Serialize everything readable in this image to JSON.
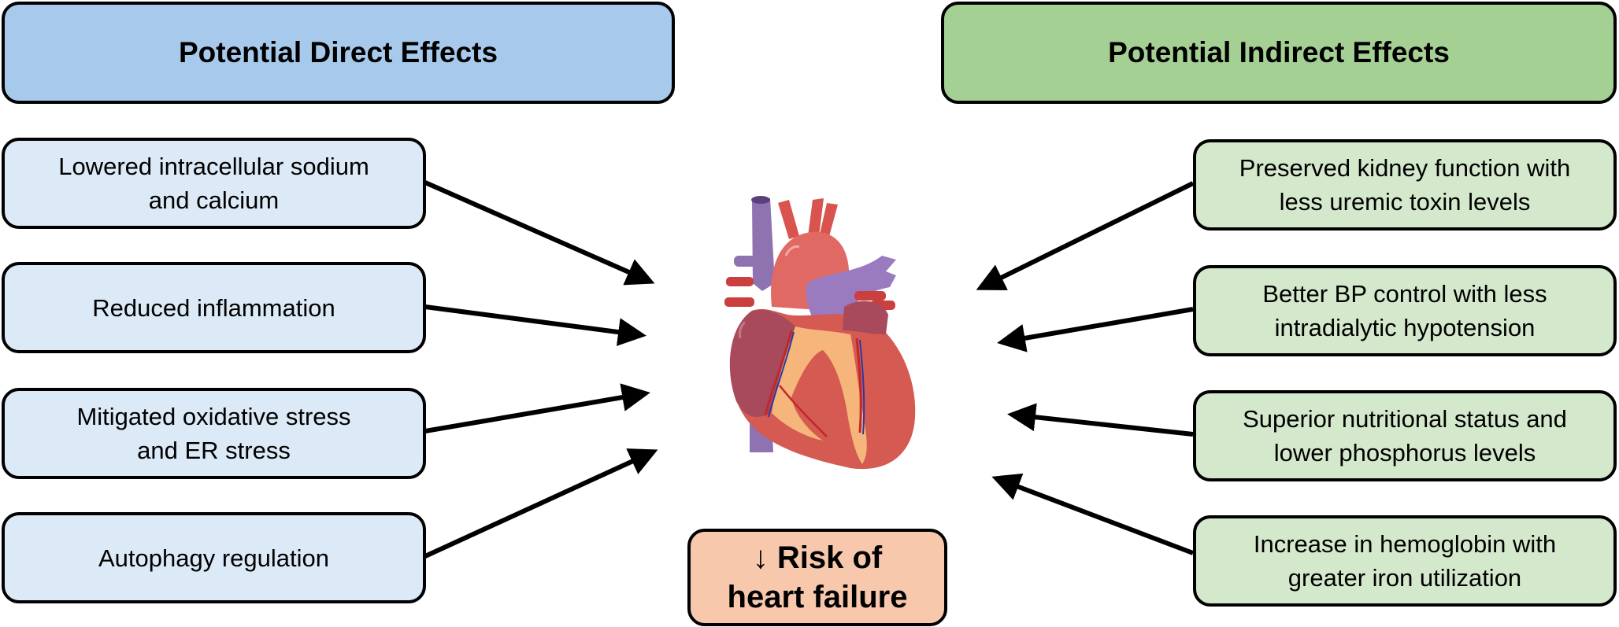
{
  "headers": {
    "direct": "Potential Direct Effects",
    "indirect": "Potential Indirect Effects"
  },
  "direct_effects": [
    {
      "label": "Lowered intracellular sodium\nand calcium"
    },
    {
      "label": "Reduced inflammation"
    },
    {
      "label": "Mitigated oxidative stress\nand ER stress"
    },
    {
      "label": "Autophagy regulation"
    }
  ],
  "indirect_effects": [
    {
      "label": "Preserved kidney function with\nless uremic toxin levels"
    },
    {
      "label": "Better BP control with less\nintradialytic hypotension"
    },
    {
      "label": "Superior nutritional status and\nlower phosphorus levels"
    },
    {
      "label": "Increase in hemoglobin with\ngreater iron utilization"
    }
  ],
  "outcome": {
    "label": "↓ Risk of\nheart failure"
  },
  "center_image": "heart-illustration",
  "colors": {
    "direct_header": "#a7caec",
    "direct_item": "#dce9f6",
    "indirect_header": "#a5d094",
    "indirect_item": "#d4e8cc",
    "outcome": "#f8c8ad"
  }
}
